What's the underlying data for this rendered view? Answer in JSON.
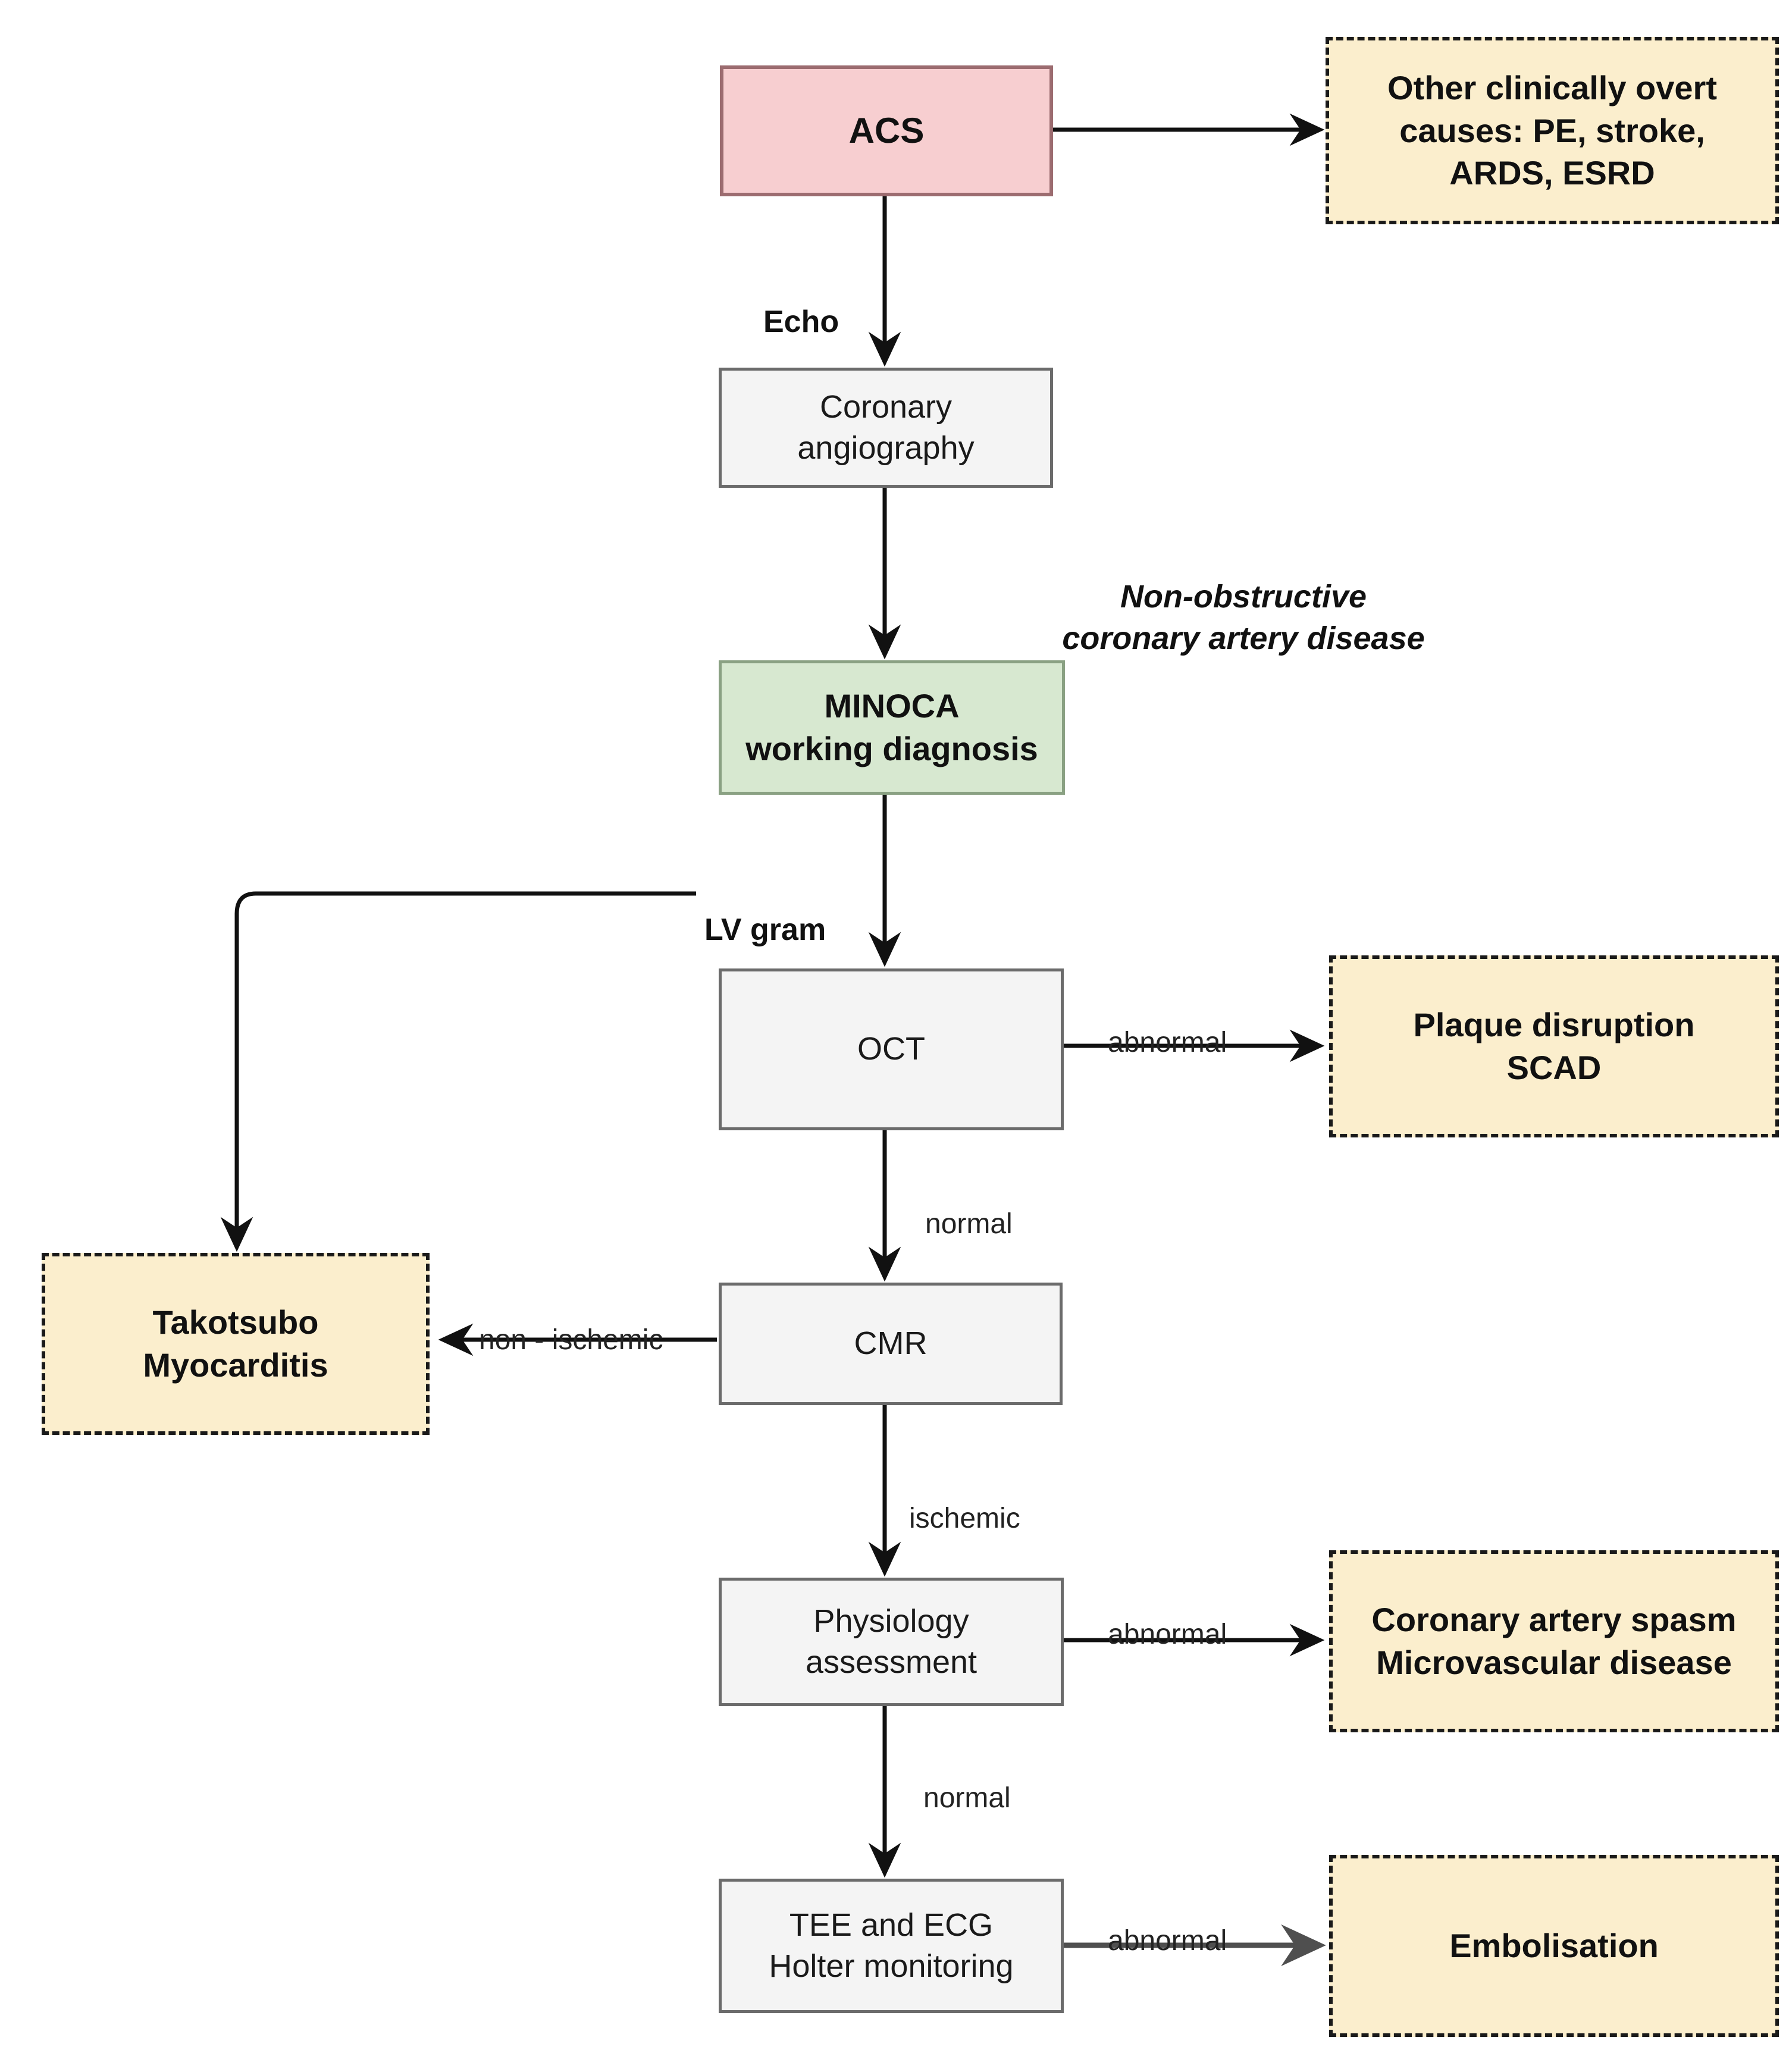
{
  "diagram": {
    "title": "MINOCA diagnostic work-up flowchart",
    "type": "flowchart",
    "colors": {
      "start_fill": "#f7ced0",
      "start_border": "#9c6c70",
      "process_fill": "#f4f4f4",
      "process_border": "#6b6b6b",
      "diagnosis_fill": "#d7e8d0",
      "diagnosis_border": "#8aa183",
      "outcome_fill": "#fbeecd",
      "outcome_border": "#1a1a1a",
      "edge_stroke": "#111111",
      "background": "#ffffff"
    },
    "nodes": [
      {
        "id": "acs",
        "label": "ACS",
        "kind": "start"
      },
      {
        "id": "other",
        "label": "Other clinically overt\ncauses: PE, stroke,\nARDS, ESRD",
        "kind": "outcome"
      },
      {
        "id": "angio",
        "label": "Coronary\nangiography",
        "kind": "process"
      },
      {
        "id": "minoca",
        "label": "MINOCA\nworking diagnosis",
        "kind": "diagnosis"
      },
      {
        "id": "oct",
        "label": "OCT",
        "kind": "process"
      },
      {
        "id": "plaque",
        "label": "Plaque disruption\nSCAD",
        "kind": "outcome"
      },
      {
        "id": "takotsubo",
        "label": "Takotsubo\nMyocarditis",
        "kind": "outcome"
      },
      {
        "id": "cmr",
        "label": "CMR",
        "kind": "process"
      },
      {
        "id": "physiology",
        "label": "Physiology\nassessment",
        "kind": "process"
      },
      {
        "id": "spasm",
        "label": "Coronary artery spasm\nMicrovascular disease",
        "kind": "outcome"
      },
      {
        "id": "tee",
        "label": "TEE and ECG\nHolter monitoring",
        "kind": "process"
      },
      {
        "id": "embolisation",
        "label": "Embolisation",
        "kind": "outcome"
      }
    ],
    "edges": [
      {
        "from": "acs",
        "to": "other",
        "label": ""
      },
      {
        "from": "acs",
        "to": "angio",
        "label": "Echo"
      },
      {
        "from": "angio",
        "to": "minoca",
        "label": "Non-obstructive\ncoronary artery disease"
      },
      {
        "from": "minoca",
        "to": "oct",
        "label": ""
      },
      {
        "from": "minoca",
        "to": "takotsubo",
        "label": "LV gram"
      },
      {
        "from": "oct",
        "to": "plaque",
        "label": "abnormal"
      },
      {
        "from": "oct",
        "to": "cmr",
        "label": "normal"
      },
      {
        "from": "cmr",
        "to": "takotsubo",
        "label": "non - ischemic"
      },
      {
        "from": "cmr",
        "to": "physiology",
        "label": "ischemic"
      },
      {
        "from": "physiology",
        "to": "spasm",
        "label": "abnormal"
      },
      {
        "from": "physiology",
        "to": "tee",
        "label": "normal"
      },
      {
        "from": "tee",
        "to": "embolisation",
        "label": "abnormal"
      }
    ],
    "labels": {
      "echo": "Echo",
      "non_obstructive": "Non-obstructive\ncoronary artery disease",
      "lv_gram": "LV gram",
      "oct_abnormal": "abnormal",
      "oct_normal": "normal",
      "cmr_non_ischemic": "non - ischemic",
      "cmr_ischemic": "ischemic",
      "physiology_abnormal": "abnormal",
      "physiology_normal": "normal",
      "tee_abnormal": "abnormal"
    }
  }
}
